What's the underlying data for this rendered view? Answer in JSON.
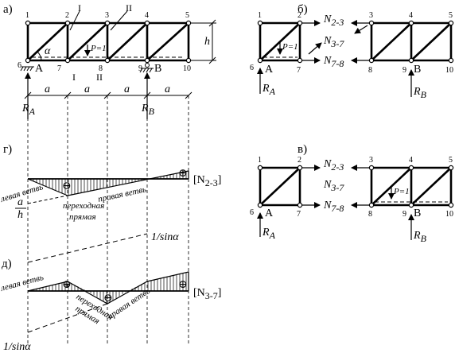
{
  "panels": {
    "a": "а)",
    "b": "б)",
    "g": "г)",
    "v": "в)",
    "d": "д)"
  },
  "nodes": [
    "1",
    "2",
    "3",
    "4",
    "5",
    "6",
    "7",
    "8",
    "9",
    "10"
  ],
  "labels": {
    "h": "h",
    "alpha": "α",
    "A": "A",
    "B": "B",
    "I_top": "I",
    "II_top": "II",
    "I_bot": "I",
    "II_bot": "II",
    "P1": "P=1",
    "a": "a",
    "RA_R": "R",
    "RA_sub": "A",
    "RB_R": "R",
    "RB_sub": "B"
  },
  "forces": {
    "N23_N": "N",
    "N23_sub": "2-3",
    "N37_N": "N",
    "N37_sub": "3-7",
    "N78_N": "N",
    "N78_sub": "7-8"
  },
  "diagram_g": {
    "left_branch": "левая ветвь",
    "transition_1": "переходная",
    "transition_2": "прямая",
    "right_branch": "правая ветвь",
    "title": "[N",
    "title_sub": "2-3",
    "title_end": "]",
    "frac_num": "a",
    "frac_den": "h",
    "minus": "⊖",
    "plus": "⊕"
  },
  "diagram_d": {
    "left_branch": "левая ветвь",
    "transition_1": "переходная",
    "transition_2": "прямая",
    "right_branch": "правая ветвь",
    "title": "[N",
    "title_sub": "3-7",
    "title_end": "]",
    "sin_top": "1/sinα",
    "sin_bot": "1/sinα",
    "minus": "⊖",
    "plus": "⊕"
  }
}
